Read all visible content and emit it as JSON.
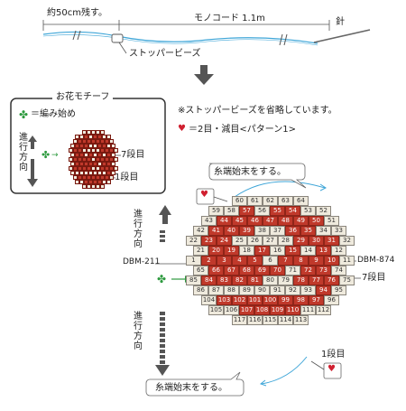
{
  "top": {
    "remain_label": "約50cm残す。",
    "cord_label": "モノコード 1.1m",
    "needle_label": "針",
    "stopper_label": "ストッパービーズ"
  },
  "motif": {
    "title": "お花モチーフ",
    "start_label": "＝編み始め",
    "direction_label": "進行方向",
    "row7_label": "7段目",
    "row1_label": "1段目"
  },
  "notes": {
    "omit_note": "※ストッパービーズを省略しています。",
    "heart_note": "＝2目・減目<パターン1>"
  },
  "pattern": {
    "end_top_label": "糸端始末をする。",
    "end_bottom_label": "糸端始末をする。",
    "direction_up_label": "進行方向",
    "direction_down_label": "進行方向",
    "left_color": "DBM-211",
    "right_color": "DBM-874",
    "row7_label": "7段目",
    "row1_label": "1段目",
    "rows": [
      {
        "beads": [
          60,
          61,
          62,
          63,
          64
        ],
        "red": []
      },
      {
        "beads": [
          59,
          58,
          57,
          56,
          55,
          54,
          53,
          52
        ],
        "red": [
          57,
          55,
          54
        ]
      },
      {
        "beads": [
          43,
          44,
          45,
          46,
          47,
          48,
          49,
          50,
          51
        ],
        "red": [
          44,
          45,
          46,
          47,
          48,
          49,
          50
        ]
      },
      {
        "beads": [
          42,
          41,
          40,
          39,
          38,
          37,
          36,
          35,
          34,
          33
        ],
        "red": [
          41,
          40,
          39,
          36,
          35
        ]
      },
      {
        "beads": [
          22,
          23,
          24,
          25,
          26,
          27,
          28,
          29,
          30,
          31,
          32
        ],
        "red": [
          23,
          24,
          29,
          30,
          31
        ]
      },
      {
        "beads": [
          21,
          20,
          19,
          18,
          17,
          16,
          15,
          14,
          13,
          12
        ],
        "red": [
          20,
          19,
          17,
          15,
          13
        ]
      },
      {
        "beads": [
          1,
          2,
          3,
          4,
          5,
          6,
          7,
          8,
          9,
          10,
          11
        ],
        "red": [
          2,
          3,
          4,
          5,
          7,
          8,
          9,
          10
        ]
      },
      {
        "beads": [
          65,
          66,
          67,
          68,
          69,
          70,
          71,
          72,
          73,
          74
        ],
        "red": [
          66,
          67,
          68,
          69,
          70,
          72,
          73
        ]
      },
      {
        "beads": [
          85,
          84,
          83,
          82,
          81,
          80,
          79,
          78,
          77,
          76,
          75
        ],
        "red": [
          84,
          83,
          82,
          81,
          78,
          77,
          76
        ]
      },
      {
        "beads": [
          86,
          87,
          88,
          89,
          90,
          91,
          92,
          93,
          94,
          95
        ],
        "red": [
          94
        ]
      },
      {
        "beads": [
          104,
          103,
          102,
          101,
          100,
          99,
          98,
          97,
          96
        ],
        "red": [
          103,
          102,
          101,
          100,
          99,
          98,
          97
        ]
      },
      {
        "beads": [
          105,
          106,
          107,
          108,
          109,
          110,
          111,
          112
        ],
        "red": [
          107,
          108,
          109,
          110
        ]
      },
      {
        "beads": [
          117,
          116,
          115,
          114,
          113
        ],
        "red": []
      }
    ]
  },
  "colors": {
    "red": "#c0392b",
    "white": "#efeadd",
    "green": "#2e9a3f",
    "blue": "#3fa6d8"
  }
}
